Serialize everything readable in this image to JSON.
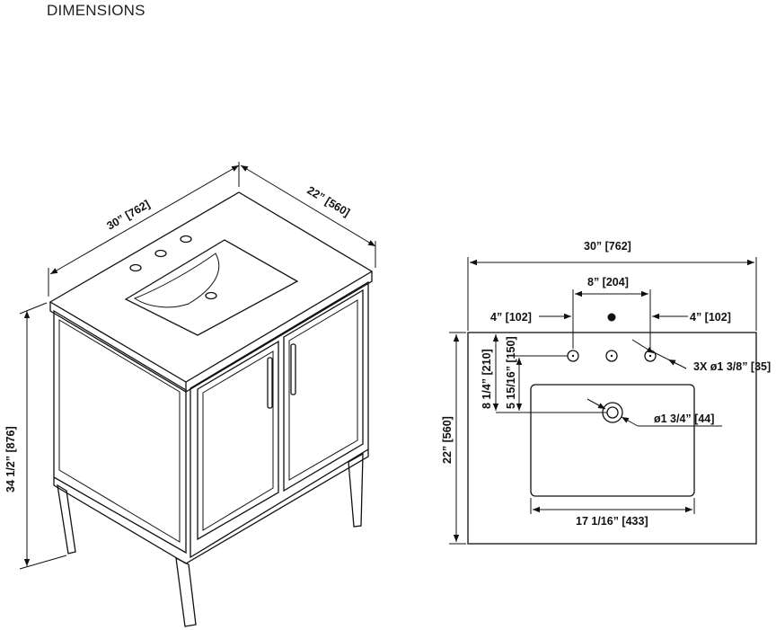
{
  "title": "DIMENSIONS",
  "isometric": {
    "width": "30” [762]",
    "depth": "22” [560]",
    "height": "34 1/2” [876]"
  },
  "top_view": {
    "width": "30” [762]",
    "faucet_spread": "8” [204]",
    "left_offset": "4” [102]",
    "right_offset": "4” [102]",
    "hole_to_back_1": "8 1/4” [210]",
    "hole_to_back_2": "5 15/16” [150]",
    "faucet_holes": "3X ø1 3/8” [35]",
    "drain": "ø1 3/4” [44]",
    "basin_width": "17 1/16” [433]",
    "depth": "22” [560]"
  }
}
